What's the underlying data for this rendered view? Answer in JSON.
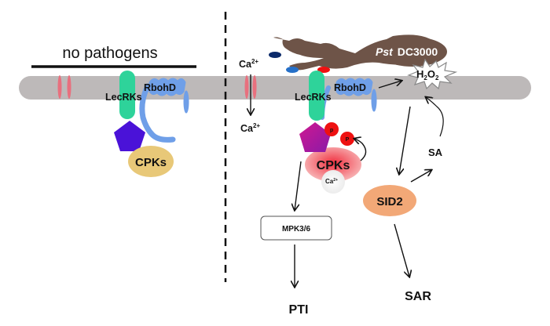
{
  "left_panel": {
    "title": "no pathogens",
    "receptor": "LecRKs",
    "oxidase": "RbohD",
    "kinase": "CPKs"
  },
  "right_panel": {
    "pathogen_italic": "Pst",
    "pathogen_strain": "DC3000",
    "ros": {
      "base": "H",
      "sub1": "2",
      "mid": "O",
      "sub2": "2"
    },
    "calcium_top": {
      "base": "Ca",
      "sup": "2+"
    },
    "calcium_bottom": {
      "base": "Ca",
      "sup": "2+"
    },
    "receptor": "LecRKs",
    "oxidase": "RbohD",
    "phospho_1": "p",
    "phospho_2": "P",
    "kinase": "CPKs",
    "kinase_calcium": {
      "base": "Ca",
      "sup": "2+"
    },
    "mapk": "MPK3/6",
    "ptI": "PTI",
    "sid2": "SID2",
    "sa": "SA",
    "sar": "SAR"
  },
  "colors": {
    "membrane": "#bdb9b9",
    "channel": "#e8707e",
    "lecrk": "#2ed39a",
    "pentagon_inactive": "#4a12d8",
    "pentagon_active": "#c1198e",
    "rbohd": "#6f9fe8",
    "cpk_inactive": "#e8c878",
    "cpk_active": "#f4a8a8",
    "pathogen": "#6e5448",
    "sid2": "#f2a877",
    "phospho": "#ee1111"
  }
}
